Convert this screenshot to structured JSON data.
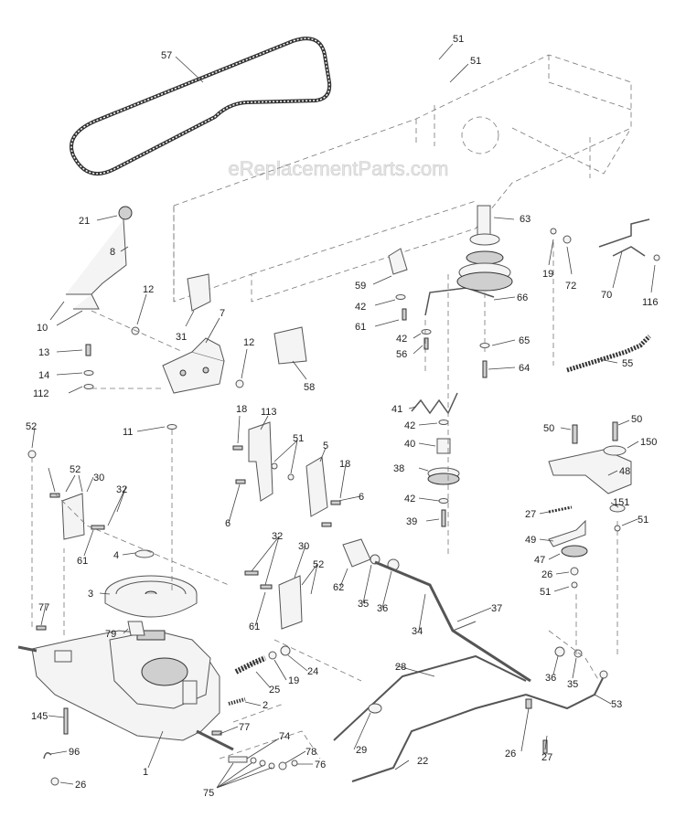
{
  "watermark": "eReplacementParts.com",
  "colors": {
    "line": "#555555",
    "label": "#222222",
    "background": "#ffffff"
  },
  "labels": {
    "p57": "57",
    "p51a": "51",
    "p51b": "51",
    "p63": "63",
    "p21": "21",
    "p8": "8",
    "p19a": "19",
    "p72": "72",
    "p70": "70",
    "p116": "116",
    "p59": "59",
    "p42a": "42",
    "p66": "66",
    "p12a": "12",
    "p7": "7",
    "p31": "31",
    "p10": "10",
    "p61a": "61",
    "p42b": "42",
    "p56": "56",
    "p65": "65",
    "p13": "13",
    "p12b": "12",
    "p14": "14",
    "p112": "112",
    "p58": "58",
    "p64": "64",
    "p55": "55",
    "p41": "41",
    "p42c": "42",
    "p11": "11",
    "p18a": "18",
    "p113": "113",
    "p52a": "52",
    "p51c": "51",
    "p5": "5",
    "p40": "40",
    "p50a": "50",
    "p50b": "50",
    "p150": "150",
    "p52b": "52",
    "p30a": "30",
    "p18b": "18",
    "p38": "38",
    "p48": "48",
    "p32a": "32",
    "p6a": "6",
    "p6b": "6",
    "p42d": "42",
    "p27a": "27",
    "p151": "151",
    "p61b": "61",
    "p39": "39",
    "p51d": "51",
    "p49": "49",
    "p4": "4",
    "p32b": "32",
    "p30b": "30",
    "p47": "47",
    "p52c": "52",
    "p26a": "26",
    "p3": "3",
    "p62": "62",
    "p35a": "35",
    "p36a": "36",
    "p51e": "51",
    "p37": "37",
    "p77a": "77",
    "p61c": "61",
    "p34": "34",
    "p79": "79",
    "p28": "28",
    "p24": "24",
    "p36b": "36",
    "p35b": "35",
    "p19b": "19",
    "p25": "25",
    "p53": "53",
    "p2": "2",
    "p145": "145",
    "p77b": "77",
    "p74": "74",
    "p29": "29",
    "p96": "96",
    "p78": "78",
    "p26b": "26",
    "p27b": "27",
    "p1": "1",
    "p22": "22",
    "p76": "76",
    "p26c": "26",
    "p75": "75"
  }
}
